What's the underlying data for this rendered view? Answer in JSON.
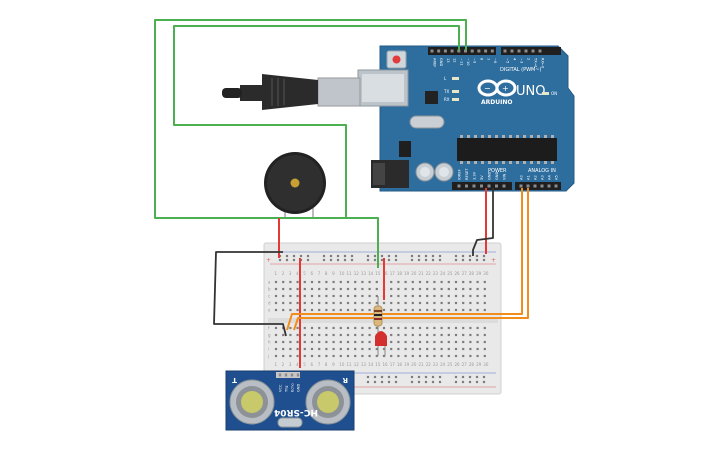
{
  "arduino": {
    "brand": "ARDUINO",
    "model": "UNO",
    "digital_label": "DIGITAL (PWM~)",
    "power_label": "POWER",
    "analog_label": "ANALOG IN",
    "tx_label": "TX",
    "rx_label": "RX",
    "l_label": "L",
    "on_label": "ON",
    "power_pins": [
      "IOREF",
      "RESET",
      "3.3V",
      "5V",
      "GND",
      "GND",
      "VIN"
    ],
    "analog_pins": [
      "A0",
      "A1",
      "A2",
      "A3",
      "A4",
      "A5"
    ],
    "digital_pins": [
      "AREF",
      "GND",
      "13",
      "12",
      "~11",
      "~10",
      "~9",
      "8",
      "7",
      "~6",
      "~5",
      "4",
      "~3",
      "2",
      "TX→1",
      "RX←0"
    ],
    "board_color": "#2e6e9e"
  },
  "sensor": {
    "model": "HC-SR04",
    "pins": [
      "VCC",
      "Trig",
      "Echo",
      "GND"
    ],
    "t_label": "T",
    "r_label": "R",
    "board_color": "#1f4f8f"
  },
  "breadboard": {
    "columns": 30,
    "top_row_letters": [
      "a",
      "b",
      "c",
      "d",
      "e"
    ],
    "bottom_row_letters": [
      "f",
      "g",
      "h",
      "i",
      "j"
    ],
    "plus": "+",
    "minus": "−"
  },
  "colors": {
    "wire_green": "#4caf50",
    "wire_red": "#e53935",
    "wire_black": "#333333",
    "wire_orange": "#f28c1a",
    "led_red": "#d32f2f"
  }
}
